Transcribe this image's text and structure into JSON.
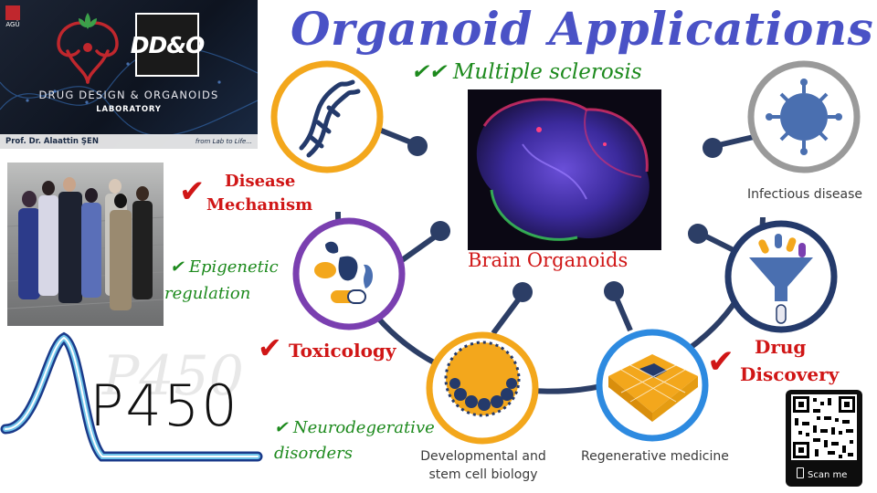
{
  "title": "Organoid Applications",
  "lab": {
    "logo_text": "AGÜ",
    "badge": "DD&O",
    "name": "DRUG DESIGN & ORGANOIDS",
    "subtitle": "LABORATORY",
    "professor": "Prof. Dr. Alaattin ŞEN",
    "slogan": "from Lab to Life..."
  },
  "center_label": "Brain Organoids",
  "checked_items": {
    "multiple_sclerosis": "Multiple sclerosis",
    "disease_mechanism_1": "Disease",
    "disease_mechanism_2": "Mechanism",
    "epigenetic_1": "Epigenetic",
    "epigenetic_2": "regulation",
    "toxicology": "Toxicology",
    "drug_discovery_1": "Drug",
    "drug_discovery_2": "Discovery",
    "neuro_1": "Neurodegerative",
    "neuro_2": "disorders"
  },
  "nodes": {
    "infectious": "Infectious disease",
    "developmental_1": "Developmental and",
    "developmental_2": "stem cell biology",
    "regenerative": "Regenerative medicine"
  },
  "p450_text": "P450",
  "qr_label": "Scan me",
  "colors": {
    "title": "#4a52c6",
    "arc": "#2c3e66",
    "green": "#1d8a1d",
    "red": "#d01616",
    "ring_orange": "#f3a71c",
    "ring_purple": "#7a3fb0",
    "ring_grey": "#9a9a9a",
    "ring_navy": "#243a6b",
    "ring_blue": "#2d8ae0"
  }
}
